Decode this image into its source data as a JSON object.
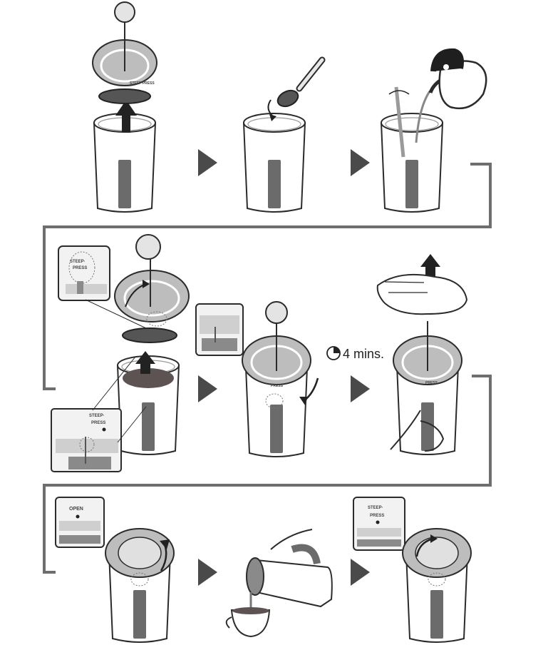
{
  "timer": {
    "label": "4 mins."
  },
  "lid_text": {
    "steep": "STEEP",
    "press": "PRESS",
    "open": "OPEN",
    "steep_press": "STEEP·"
  },
  "colors": {
    "ink": "#2b2b2b",
    "arrow": "#4a4a4a",
    "flow_line": "#6e6e6e",
    "lid_gray": "#bdbdbd",
    "handle": "#6b6b6b",
    "coffee": "#5e5353"
  },
  "icons": [
    "timer-icon",
    "spoon-icon",
    "kettle-icon",
    "hand-icon",
    "cup-icon"
  ]
}
